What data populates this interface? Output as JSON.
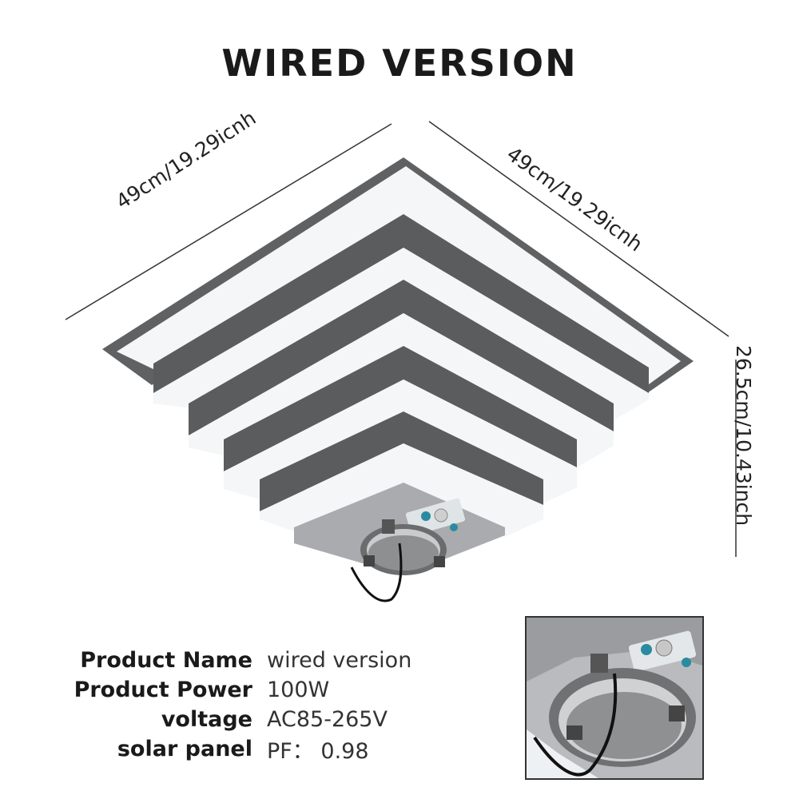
{
  "title": "WIRED VERSION",
  "dimensions": {
    "width_left": "49cm/19.29icnh",
    "width_right": "49cm/19.29icnh",
    "height": "26.5cm/10.43inch"
  },
  "specs": [
    {
      "label": "Product Name",
      "value": "wired version"
    },
    {
      "label": "Product Power",
      "value": "100W"
    },
    {
      "label": "voltage",
      "value": "AC85-265V"
    },
    {
      "label": "solar panel",
      "value": "PF： 0.98"
    }
  ],
  "colors": {
    "frame": "#5f6163",
    "diffuser": "#f4f6f8",
    "base": "#a9abae"
  }
}
